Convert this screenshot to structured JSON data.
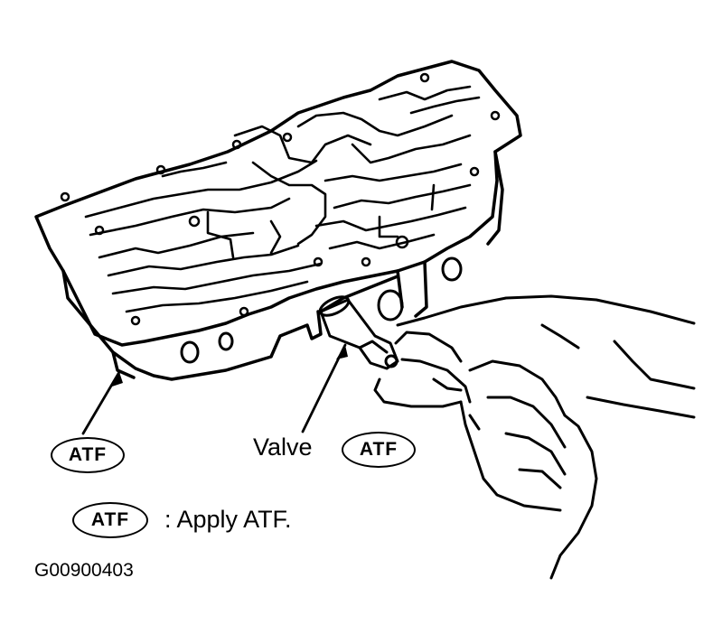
{
  "symbol": "ATF",
  "callouts": {
    "body_symbol": "ATF",
    "valve_label": "Valve",
    "valve_symbol": "ATF"
  },
  "legend": {
    "symbol": "ATF",
    "text": ": Apply ATF."
  },
  "figure_code": "G00900403"
}
